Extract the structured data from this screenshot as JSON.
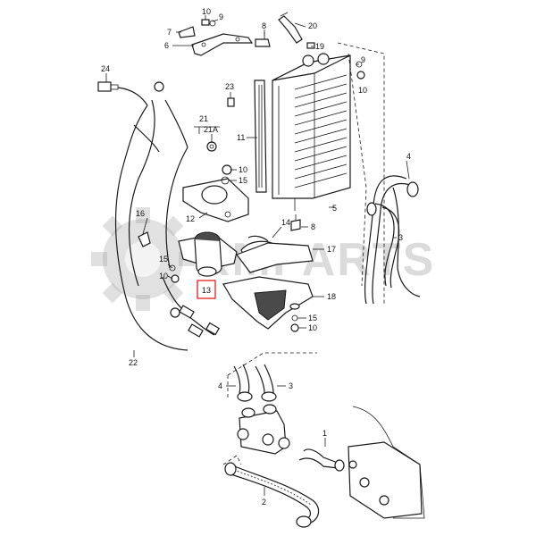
{
  "watermark": {
    "text": "RMPARTS"
  },
  "highlight": {
    "label": "13",
    "color": "#e02020"
  },
  "callouts": [
    {
      "id": "c-10a",
      "label": "10"
    },
    {
      "id": "c-9a",
      "label": "9"
    },
    {
      "id": "c-7",
      "label": "7"
    },
    {
      "id": "c-6",
      "label": "6"
    },
    {
      "id": "c-8a",
      "label": "8"
    },
    {
      "id": "c-20",
      "label": "20"
    },
    {
      "id": "c-19",
      "label": "19"
    },
    {
      "id": "c-9b",
      "label": "9"
    },
    {
      "id": "c-10b",
      "label": "10"
    },
    {
      "id": "c-24",
      "label": "24"
    },
    {
      "id": "c-23",
      "label": "23"
    },
    {
      "id": "c-21",
      "label": "21"
    },
    {
      "id": "c-21a",
      "label": "21A"
    },
    {
      "id": "c-11",
      "label": "11"
    },
    {
      "id": "c-10c",
      "label": "10"
    },
    {
      "id": "c-15a",
      "label": "15"
    },
    {
      "id": "c-4a",
      "label": "4"
    },
    {
      "id": "c-16",
      "label": "16"
    },
    {
      "id": "c-12",
      "label": "12"
    },
    {
      "id": "c-5",
      "label": "5"
    },
    {
      "id": "c-8b",
      "label": "8"
    },
    {
      "id": "c-3a",
      "label": "3"
    },
    {
      "id": "c-14",
      "label": "14"
    },
    {
      "id": "c-17",
      "label": "17"
    },
    {
      "id": "c-15b",
      "label": "15"
    },
    {
      "id": "c-10d",
      "label": "10"
    },
    {
      "id": "c-18",
      "label": "18"
    },
    {
      "id": "c-15c",
      "label": "15"
    },
    {
      "id": "c-10e",
      "label": "10"
    },
    {
      "id": "c-22",
      "label": "22"
    },
    {
      "id": "c-4b",
      "label": "4"
    },
    {
      "id": "c-3b",
      "label": "3"
    },
    {
      "id": "c-1",
      "label": "1"
    },
    {
      "id": "c-2",
      "label": "2"
    }
  ]
}
